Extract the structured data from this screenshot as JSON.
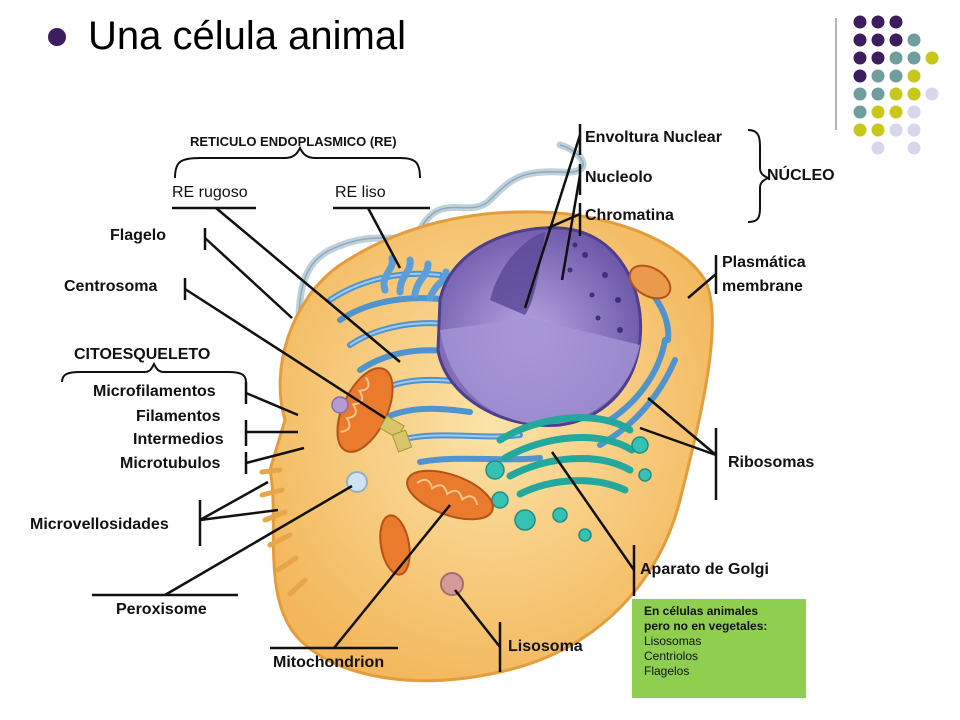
{
  "slide": {
    "title": "Una célula animal"
  },
  "labels": {
    "re_group": "RETICULO ENDOPLASMICO (RE)",
    "re_rugoso": "RE rugoso",
    "re_liso": "RE liso",
    "flagelo": "Flagelo",
    "centrosoma": "Centrosoma",
    "citoesqueleto": "CITOESQUELETO",
    "microfilamentos": "Microfilamentos",
    "filamentos": "Filamentos",
    "intermedios": "Intermedios",
    "microtubulos": "Microtubulos",
    "microvellosidades": "Microvellosidades",
    "peroxisome": "Peroxisome",
    "mitochondrion": "Mitochondrion",
    "lisosoma": "Lisosoma",
    "envoltura": "Envoltura Nuclear",
    "nucleolo": "Nucleolo",
    "chromatina": "Chromatina",
    "nucleo": "NÚCLEO",
    "plasmatica": "Plasmática",
    "membrane": "membrane",
    "ribosomas": "Ribosomas",
    "golgi": "Aparato de Golgi"
  },
  "note": {
    "heading_line1": "En células animales",
    "heading_line2": "pero no en vegetales:",
    "items": [
      "Lisosomas",
      "Centriolos",
      "Flagelos"
    ]
  },
  "colors": {
    "bullet": "#3c1d5e",
    "note_bg": "#8fce4f",
    "dot_purple": "#3c1d5e",
    "dot_teal": "#6f9f9c",
    "dot_yellow": "#c8c81a",
    "dot_lavender": "#d8d6ea",
    "cytoplasm": "#f6c77a",
    "er": "#5aa0d8",
    "nucleus": "#8b78c4",
    "golgi": "#2bb3a8",
    "mitochondria": "#e8772a"
  }
}
